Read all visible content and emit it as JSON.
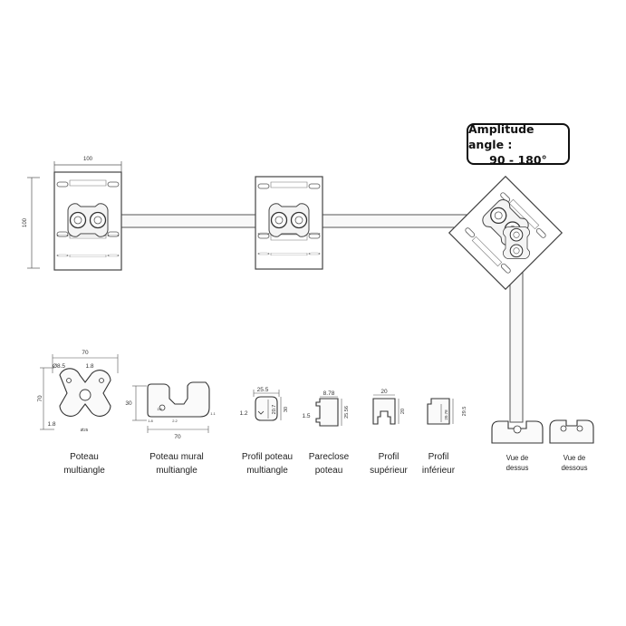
{
  "callout": {
    "line1": "Amplitude angle :",
    "line2": "90 - 180°"
  },
  "top_dimensions": {
    "width": "100",
    "height": "100"
  },
  "profiles": [
    {
      "line1": "Poteau",
      "line2": "multiangle",
      "dims": [
        "70",
        "Ø8.5",
        "1.8",
        "70",
        "1.8",
        "Ø25"
      ]
    },
    {
      "line1": "Poteau mural",
      "line2": "multiangle",
      "dims": [
        "30",
        "70",
        "1.8",
        "1.8",
        "2.2",
        "1.1"
      ]
    },
    {
      "line1": "Profil poteau",
      "line2": "multiangle",
      "dims": [
        "25.5",
        "1.2",
        "20.7",
        "30"
      ]
    },
    {
      "line1": "Pareclose",
      "line2": "poteau",
      "dims": [
        "8.78",
        "1.5",
        "25.56"
      ]
    },
    {
      "line1": "Profil",
      "line2": "supérieur",
      "dims": [
        "20",
        "20"
      ]
    },
    {
      "line1": "Profil",
      "line2": "inférieur",
      "dims": [
        "20.78",
        "29.5"
      ]
    },
    {
      "line1": "Vue de",
      "line2": "dessus"
    },
    {
      "line1": "Vue de",
      "line2": "dessous"
    }
  ]
}
